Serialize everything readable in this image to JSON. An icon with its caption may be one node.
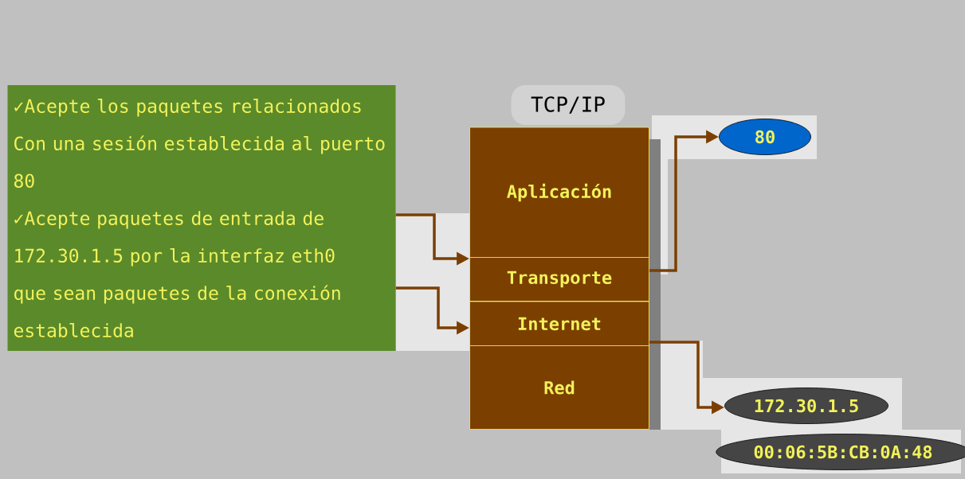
{
  "diagram": {
    "nodes": [
      {
        "text": [
          "✓Acepte los paquetes relacionados Con una sesión establecida al puerto 80",
          "✓Acepte paquetes de entrada de 172.30.1.5 por la interfaz eth0 que sean paquetes de la conexión establecida"
        ]
      },
      {
        "text": [
          "TCP/IP"
        ]
      },
      {
        "text": [
          "Aplicación"
        ]
      },
      {
        "text": [
          "Transporte"
        ]
      },
      {
        "text": [
          "Internet"
        ]
      },
      {
        "text": [
          "Red"
        ]
      },
      {
        "text": [
          "80"
        ]
      },
      {
        "text": [
          "172.30.1.5"
        ]
      },
      {
        "text": [
          "00:06:5B:CB:0A:48"
        ]
      }
    ],
    "edges": [
      {
        "from": 0,
        "to": 3,
        "arrow": "to"
      },
      {
        "from": 0,
        "to": 4,
        "arrow": "to"
      },
      {
        "from": 3,
        "to": 6,
        "arrow": "to"
      },
      {
        "from": 4,
        "to": 7,
        "arrow": "to"
      }
    ]
  }
}
